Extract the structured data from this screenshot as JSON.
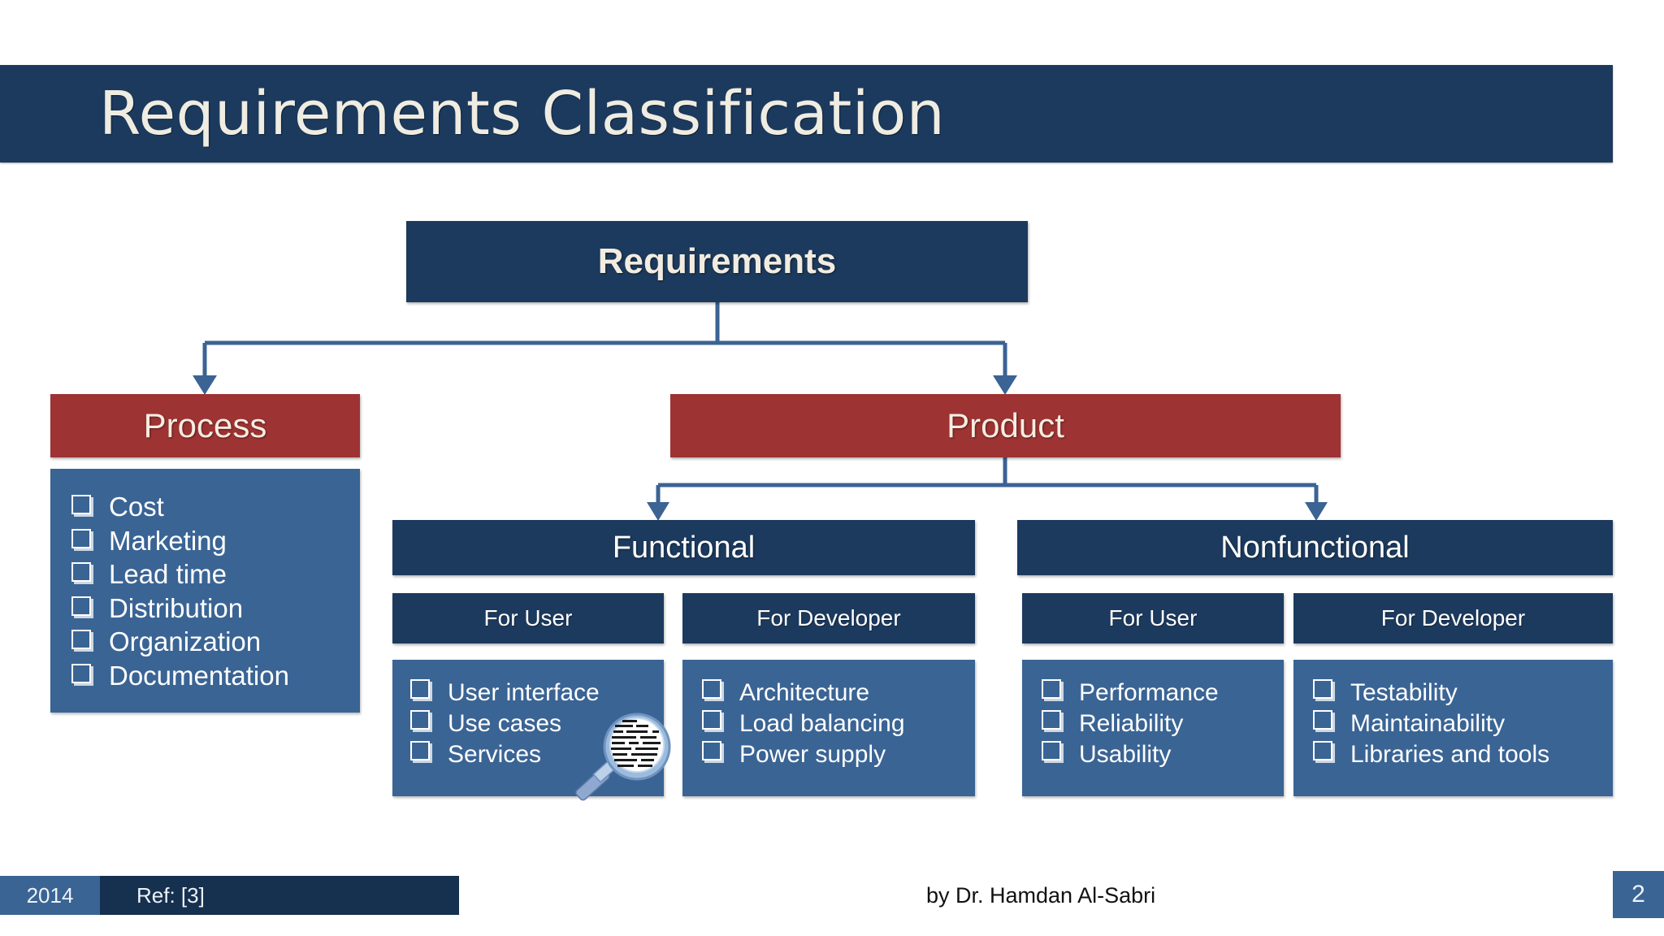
{
  "slide": {
    "title": "Requirements Classification"
  },
  "diagram": {
    "root": {
      "label": "Requirements"
    },
    "branches": [
      {
        "label": "Process"
      },
      {
        "label": "Product"
      }
    ],
    "process_items": [
      "Cost",
      "Marketing",
      "Lead time",
      "Distribution",
      "Organization",
      "Documentation"
    ],
    "product_children": [
      {
        "label": "Functional"
      },
      {
        "label": "Nonfunctional"
      }
    ],
    "functional": {
      "for_user": {
        "header": "For User",
        "items": [
          "User interface",
          "Use cases",
          "Services"
        ]
      },
      "for_developer": {
        "header": "For Developer",
        "items": [
          "Architecture",
          "Load balancing",
          "Power supply"
        ]
      }
    },
    "nonfunctional": {
      "for_user": {
        "header": "For User",
        "items": [
          "Performance",
          "Reliability",
          "Usability"
        ]
      },
      "for_developer": {
        "header": "For Developer",
        "items": [
          "Testability",
          "Maintainability",
          "Libraries and tools"
        ]
      }
    },
    "decoration": {
      "icon": "magnifying-glass-icon"
    }
  },
  "footer": {
    "year": "2014",
    "reference": "Ref: [3]",
    "author": "by Dr. Hamdan Al-Sabri",
    "page_number": "2"
  },
  "colors": {
    "navy": "#1c3a5e",
    "red": "#9e3333",
    "steel": "#3a6494",
    "connector": "#3b6394",
    "cream": "#f2ece0"
  }
}
